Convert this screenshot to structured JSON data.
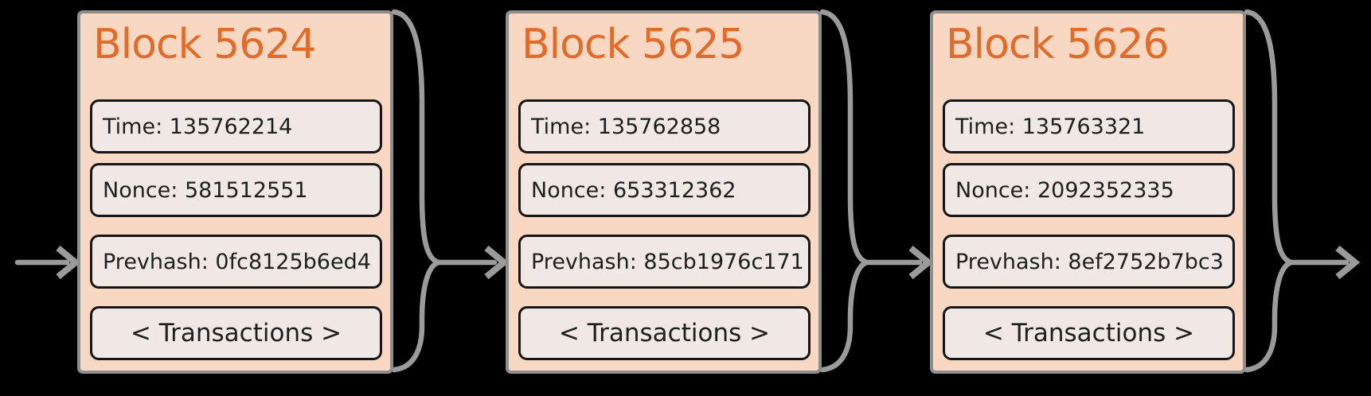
{
  "palette": {
    "page_bg": "#000000",
    "block_fill": "#f9d8c3",
    "block_border": "#8e8e8e",
    "field_fill": "#f0e8e4",
    "field_border": "#161616",
    "title_color": "#e06c2b",
    "text_color": "#1f1f1f",
    "connector_color": "#9b9b9b"
  },
  "blocks": [
    {
      "title": "Block 5624",
      "time": "Time: 135762214",
      "nonce": "Nonce: 581512551",
      "prevhash": "Prevhash: 0fc8125b6ed4",
      "transactions": "< Transactions >"
    },
    {
      "title": "Block 5625",
      "time": "Time: 135762858",
      "nonce": "Nonce: 653312362",
      "prevhash": "Prevhash: 85cb1976c171",
      "transactions": "< Transactions >"
    },
    {
      "title": "Block 5626",
      "time": "Time: 135763321",
      "nonce": "Nonce: 2092352335",
      "prevhash": "Prevhash: 8ef2752b7bc3",
      "transactions": "< Transactions >"
    }
  ],
  "connectors": {
    "incoming_arrow_icon": "arrow-right-icon",
    "link_icons": [
      "brace-arrow-icon",
      "brace-arrow-icon",
      "brace-arrow-icon"
    ]
  }
}
